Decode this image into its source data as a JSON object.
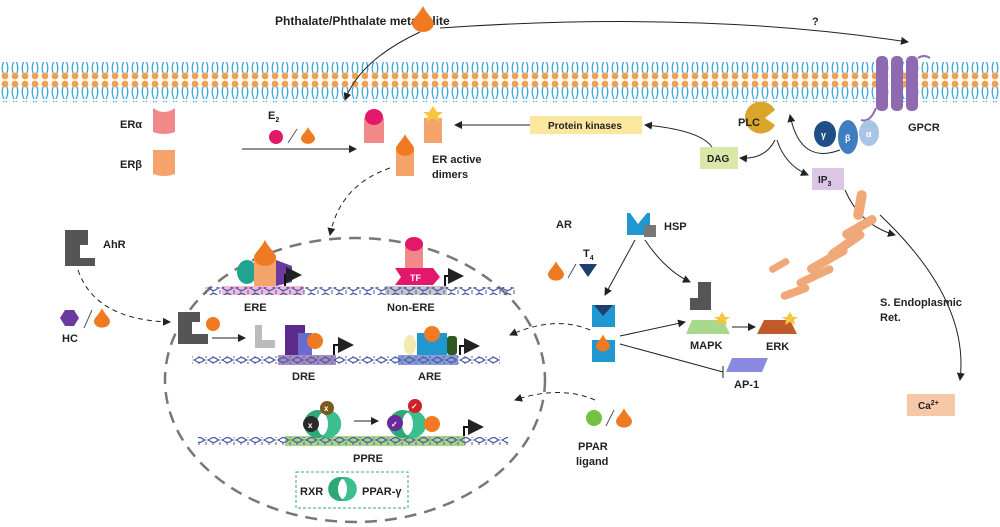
{
  "labels": {
    "phthalate": "Phthalate/Phthalate metabolite",
    "question": "?",
    "gpcr": "GPCR",
    "plc": "PLC",
    "gamma": "γ",
    "beta": "β",
    "alpha": "α",
    "protein_kinases": "Protein kinases",
    "dag": "DAG",
    "ip3": "IP",
    "ip3_sub": "3",
    "er_alpha": "ERα",
    "er_beta": "ERβ",
    "e2": "E",
    "e2_sub": "2",
    "er_active_1": "ER active",
    "er_active_2": "dimers",
    "ahr": "AhR",
    "hc": "HC",
    "ere": "ERE",
    "non_ere": "Non-ERE",
    "tf": "TF",
    "dre": "DRE",
    "are": "ARE",
    "ppre": "PPRE",
    "rxr": "RXR",
    "ppar_gamma": "PPAR-γ",
    "ar": "AR",
    "hsp": "HSP",
    "t4": "T",
    "t4_sub": "4",
    "mapk": "MAPK",
    "erk": "ERK",
    "ap1": "AP-1",
    "ppar_ligand_1": "PPAR",
    "ppar_ligand_2": "ligand",
    "ser_1": "S. Endoplasmic",
    "ser_2": "Ret.",
    "ca": "Ca",
    "ca_sup": "2+",
    "x_mark": "x",
    "check_mark": "✓"
  },
  "colors": {
    "phthalate": "#f07a22",
    "membrane_head": "#f0a050",
    "membrane_tail": "#3aa6d8",
    "gpcr": "#8e6bb0",
    "er_alpha": "#f08a8a",
    "er_beta": "#f4a46a",
    "estradiol": "#e3176b",
    "protein_kinases_box": "#fbe7a0",
    "dag_box": "#d9e8a8",
    "ip3_box": "#dcc6e6",
    "ca_box": "#f6c8a8",
    "ar": "#1f97d0",
    "t4": "#1f3e6e",
    "ppar": "#3cbf8f",
    "ppar_ligand": "#74c043"
  }
}
